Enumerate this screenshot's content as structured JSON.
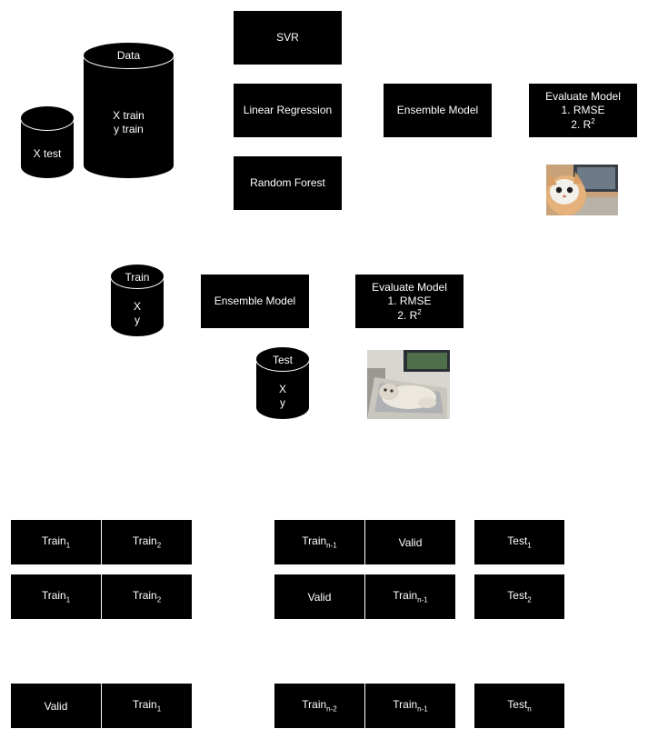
{
  "top": {
    "models": [
      "SVR",
      "Linear Regression",
      "Random Forest"
    ],
    "ensemble": "Ensemble Model",
    "evaluate": {
      "title": "Evaluate Model",
      "metric1": "1. RMSE",
      "metric2_prefix": "2. R",
      "metric2_sup": "2"
    },
    "xtest": "X test",
    "data": {
      "title": "Data",
      "line1": "X train",
      "line2": "y train"
    }
  },
  "middle": {
    "train": {
      "title": "Train",
      "line1": "X",
      "line2": "y"
    },
    "test": {
      "title": "Test",
      "line1": "X",
      "line2": "y"
    },
    "ensemble": "Ensemble Model",
    "evaluate": {
      "title": "Evaluate Model",
      "metric1": "1. RMSE",
      "metric2_prefix": "2. R",
      "metric2_sup": "2"
    }
  },
  "folds": {
    "rows": [
      {
        "left": [
          {
            "base": "Train",
            "sub": "1"
          },
          {
            "base": "Train",
            "sub": "2"
          }
        ],
        "right": [
          {
            "base": "Train",
            "sub": "n-1"
          },
          {
            "base": "Valid",
            "sub": ""
          }
        ],
        "test": {
          "base": "Test",
          "sub": "1"
        }
      },
      {
        "left": [
          {
            "base": "Train",
            "sub": "1"
          },
          {
            "base": "Train",
            "sub": "2"
          }
        ],
        "right": [
          {
            "base": "Valid",
            "sub": ""
          },
          {
            "base": "Train",
            "sub": "n-1"
          }
        ],
        "test": {
          "base": "Test",
          "sub": "2"
        }
      },
      {
        "left": [
          {
            "base": "Valid",
            "sub": ""
          },
          {
            "base": "Train",
            "sub": "1"
          }
        ],
        "right": [
          {
            "base": "Train",
            "sub": "n-2"
          },
          {
            "base": "Train",
            "sub": "n-1"
          }
        ],
        "test": {
          "base": "Test",
          "sub": "n"
        }
      }
    ]
  },
  "images": {
    "cat1": "cat-on-laptop-photo",
    "cat2": "cat-lying-on-laptop-photo"
  },
  "colors": {
    "box": "#000000",
    "text": "#ffffff",
    "background": "#ffffff"
  }
}
